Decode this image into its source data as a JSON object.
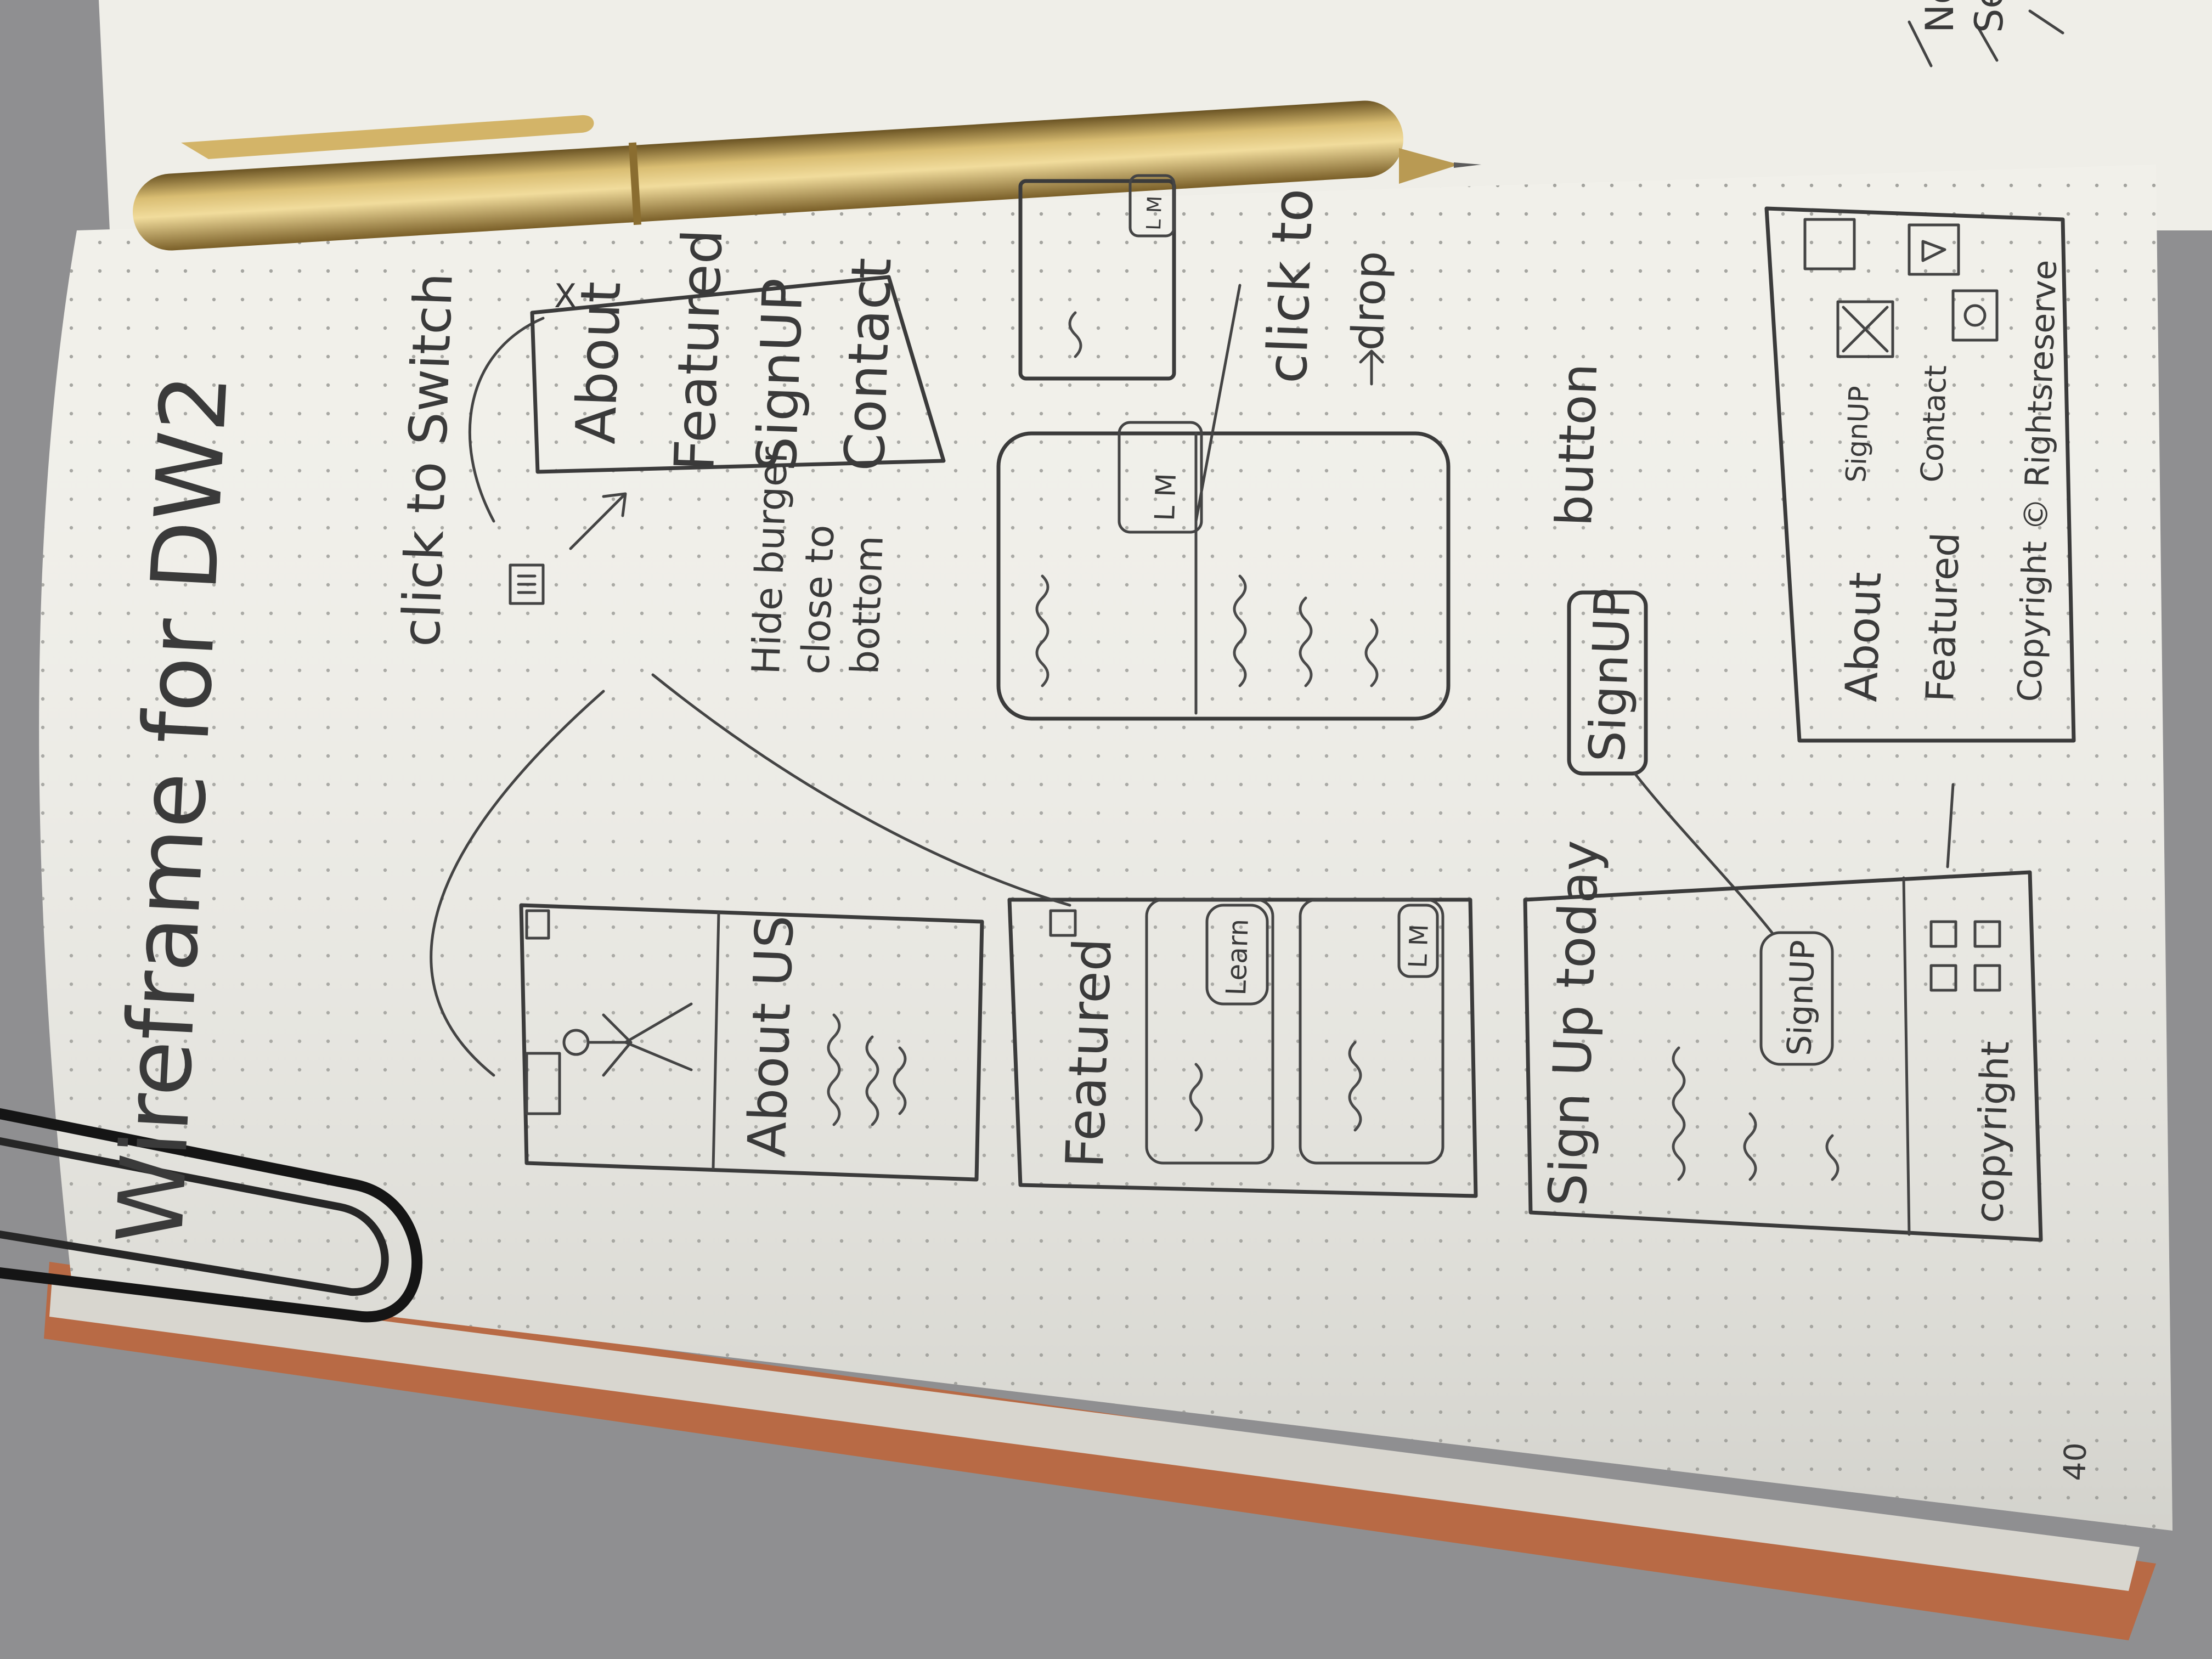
{
  "notebook": {
    "page_number": "40",
    "colors": {
      "paper": "#f1f0ea",
      "cover": "#b86a45",
      "ink": "#3b3b3b",
      "pen": "#c9a95a",
      "background": "#8f8f91"
    }
  },
  "page": {
    "title": "Wireframe for DW2",
    "annotations": {
      "click_to_switch": "click to Switch",
      "hide_burger": [
        "Hide burger",
        "close to",
        "bottom"
      ],
      "click_to": "click to",
      "drop": "drop",
      "button": "button"
    },
    "menu_sketch": {
      "close": "X",
      "items": [
        "About",
        "Featured",
        "SignUP",
        "Contact"
      ]
    },
    "about_sketch": {
      "title": "About US"
    },
    "featured_sketch": {
      "title": "Featured",
      "buttons": [
        "Learn",
        "L M"
      ]
    },
    "card_sketch": {
      "button": "L M"
    },
    "signup_sketch": {
      "title": "Sign Up today",
      "button": "SignUP",
      "footer": "copyright"
    },
    "signup_button_sketch": {
      "label": "SignUP"
    },
    "footer_sketch": {
      "lines": [
        "About",
        "SignUP",
        "Featured",
        "Contact",
        "Copyright © Rightsreserve"
      ]
    }
  }
}
